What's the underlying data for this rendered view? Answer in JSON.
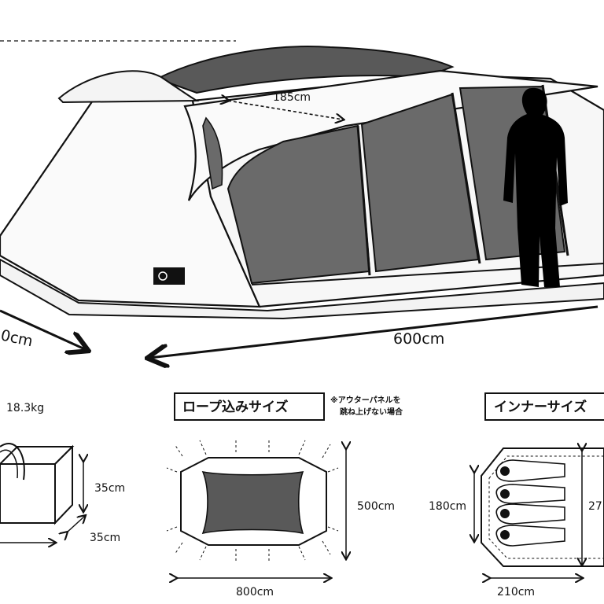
{
  "tent": {
    "width_label": "185cm",
    "length_label": "600cm",
    "depth_label_partial": "0cm"
  },
  "packed": {
    "weight_label": "18.3kg",
    "height_label": "35cm",
    "depth_label": "35cm"
  },
  "rope_size": {
    "title": "ロープ込みサイズ",
    "note_line1": "※アウターパネルを",
    "note_line2": "跳ね上げない場合",
    "height_label": "500cm",
    "width_label": "800cm"
  },
  "inner_size": {
    "title": "インナーサイズ",
    "height_label": "180cm",
    "length_label_partial": "27",
    "width_label": "210cm"
  },
  "colors": {
    "mesh": "#6a6a6a",
    "roof": "#595959",
    "outline": "#111111",
    "silhouette": "#000000"
  }
}
